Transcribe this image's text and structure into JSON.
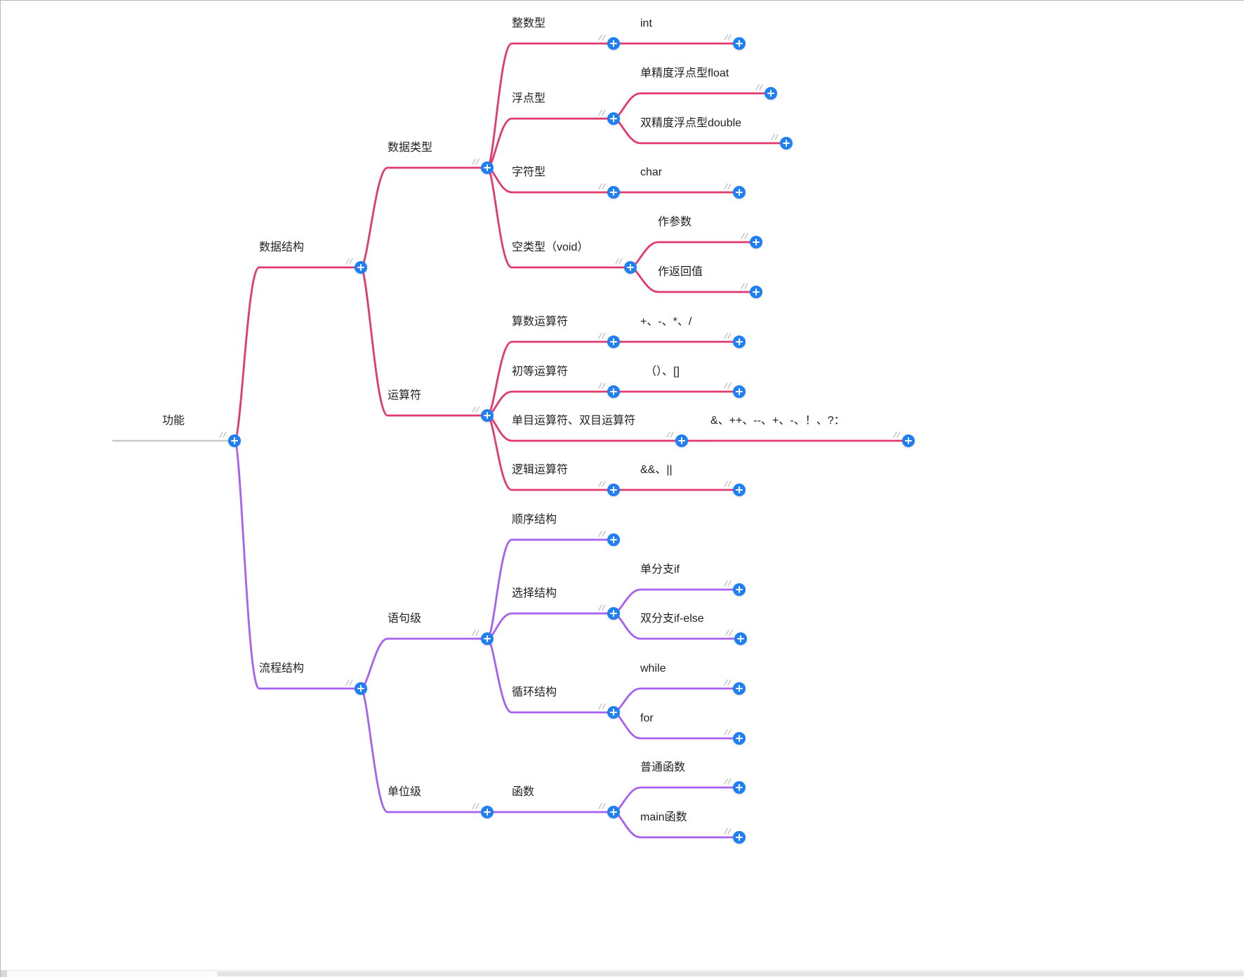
{
  "colors": {
    "branch_primary": "#e23a6e",
    "branch_secondary": "#a660f2",
    "root_line": "#c9c9c9",
    "expand_button": "#1e80f2",
    "text": "#1f1f1f",
    "tick": "#c8c8c8"
  },
  "mindmap": {
    "root": {
      "id": "root",
      "label": "功能",
      "children": [
        {
          "id": "data-structure",
          "label": "数据结构",
          "children": [
            {
              "id": "data-types",
              "label": "数据类型",
              "children": [
                {
                  "id": "integer-type",
                  "label": "整数型",
                  "children": [
                    {
                      "id": "int",
                      "label": "int"
                    }
                  ]
                },
                {
                  "id": "float-type",
                  "label": "浮点型",
                  "children": [
                    {
                      "id": "float-single",
                      "label": "单精度浮点型float"
                    },
                    {
                      "id": "float-double",
                      "label": "双精度浮点型double"
                    }
                  ]
                },
                {
                  "id": "char-type",
                  "label": "字符型",
                  "children": [
                    {
                      "id": "char",
                      "label": "char"
                    }
                  ]
                },
                {
                  "id": "void-type",
                  "label": "空类型（void）",
                  "children": [
                    {
                      "id": "as-parameter",
                      "label": "作参数"
                    },
                    {
                      "id": "as-return-value",
                      "label": "作返回值"
                    }
                  ]
                }
              ]
            },
            {
              "id": "operators",
              "label": "运算符",
              "children": [
                {
                  "id": "arithmetic-operators",
                  "label": "算数运算符",
                  "children": [
                    {
                      "id": "arithmetic-symbols",
                      "label": "+、-、*、/"
                    }
                  ]
                },
                {
                  "id": "primary-operators",
                  "label": "初等运算符",
                  "children": [
                    {
                      "id": "primary-symbols",
                      "label": "（）、[]"
                    }
                  ]
                },
                {
                  "id": "unary-binary-operators",
                  "label": "单目运算符、双目运算符",
                  "children": [
                    {
                      "id": "unary-binary-symbols",
                      "label": "&、++、--、+、-、！、?："
                    }
                  ]
                },
                {
                  "id": "logical-operators",
                  "label": "逻辑运算符",
                  "children": [
                    {
                      "id": "logical-symbols",
                      "label": "&&、||"
                    }
                  ]
                }
              ]
            }
          ]
        },
        {
          "id": "flow-structure",
          "label": "流程结构",
          "children": [
            {
              "id": "statement-level",
              "label": "语句级",
              "children": [
                {
                  "id": "sequential-structure",
                  "label": "顺序结构"
                },
                {
                  "id": "selection-structure",
                  "label": "选择结构",
                  "children": [
                    {
                      "id": "single-if",
                      "label": "单分支if"
                    },
                    {
                      "id": "if-else",
                      "label": "双分支if-else"
                    }
                  ]
                },
                {
                  "id": "loop-structure",
                  "label": "循环结构",
                  "children": [
                    {
                      "id": "while",
                      "label": "while"
                    },
                    {
                      "id": "for",
                      "label": "for"
                    }
                  ]
                }
              ]
            },
            {
              "id": "unit-level",
              "label": "单位级",
              "children": [
                {
                  "id": "function",
                  "label": "函数",
                  "children": [
                    {
                      "id": "normal-function",
                      "label": "普通函数"
                    },
                    {
                      "id": "main-function",
                      "label": "main函数"
                    }
                  ]
                }
              ]
            }
          ]
        }
      ]
    }
  }
}
